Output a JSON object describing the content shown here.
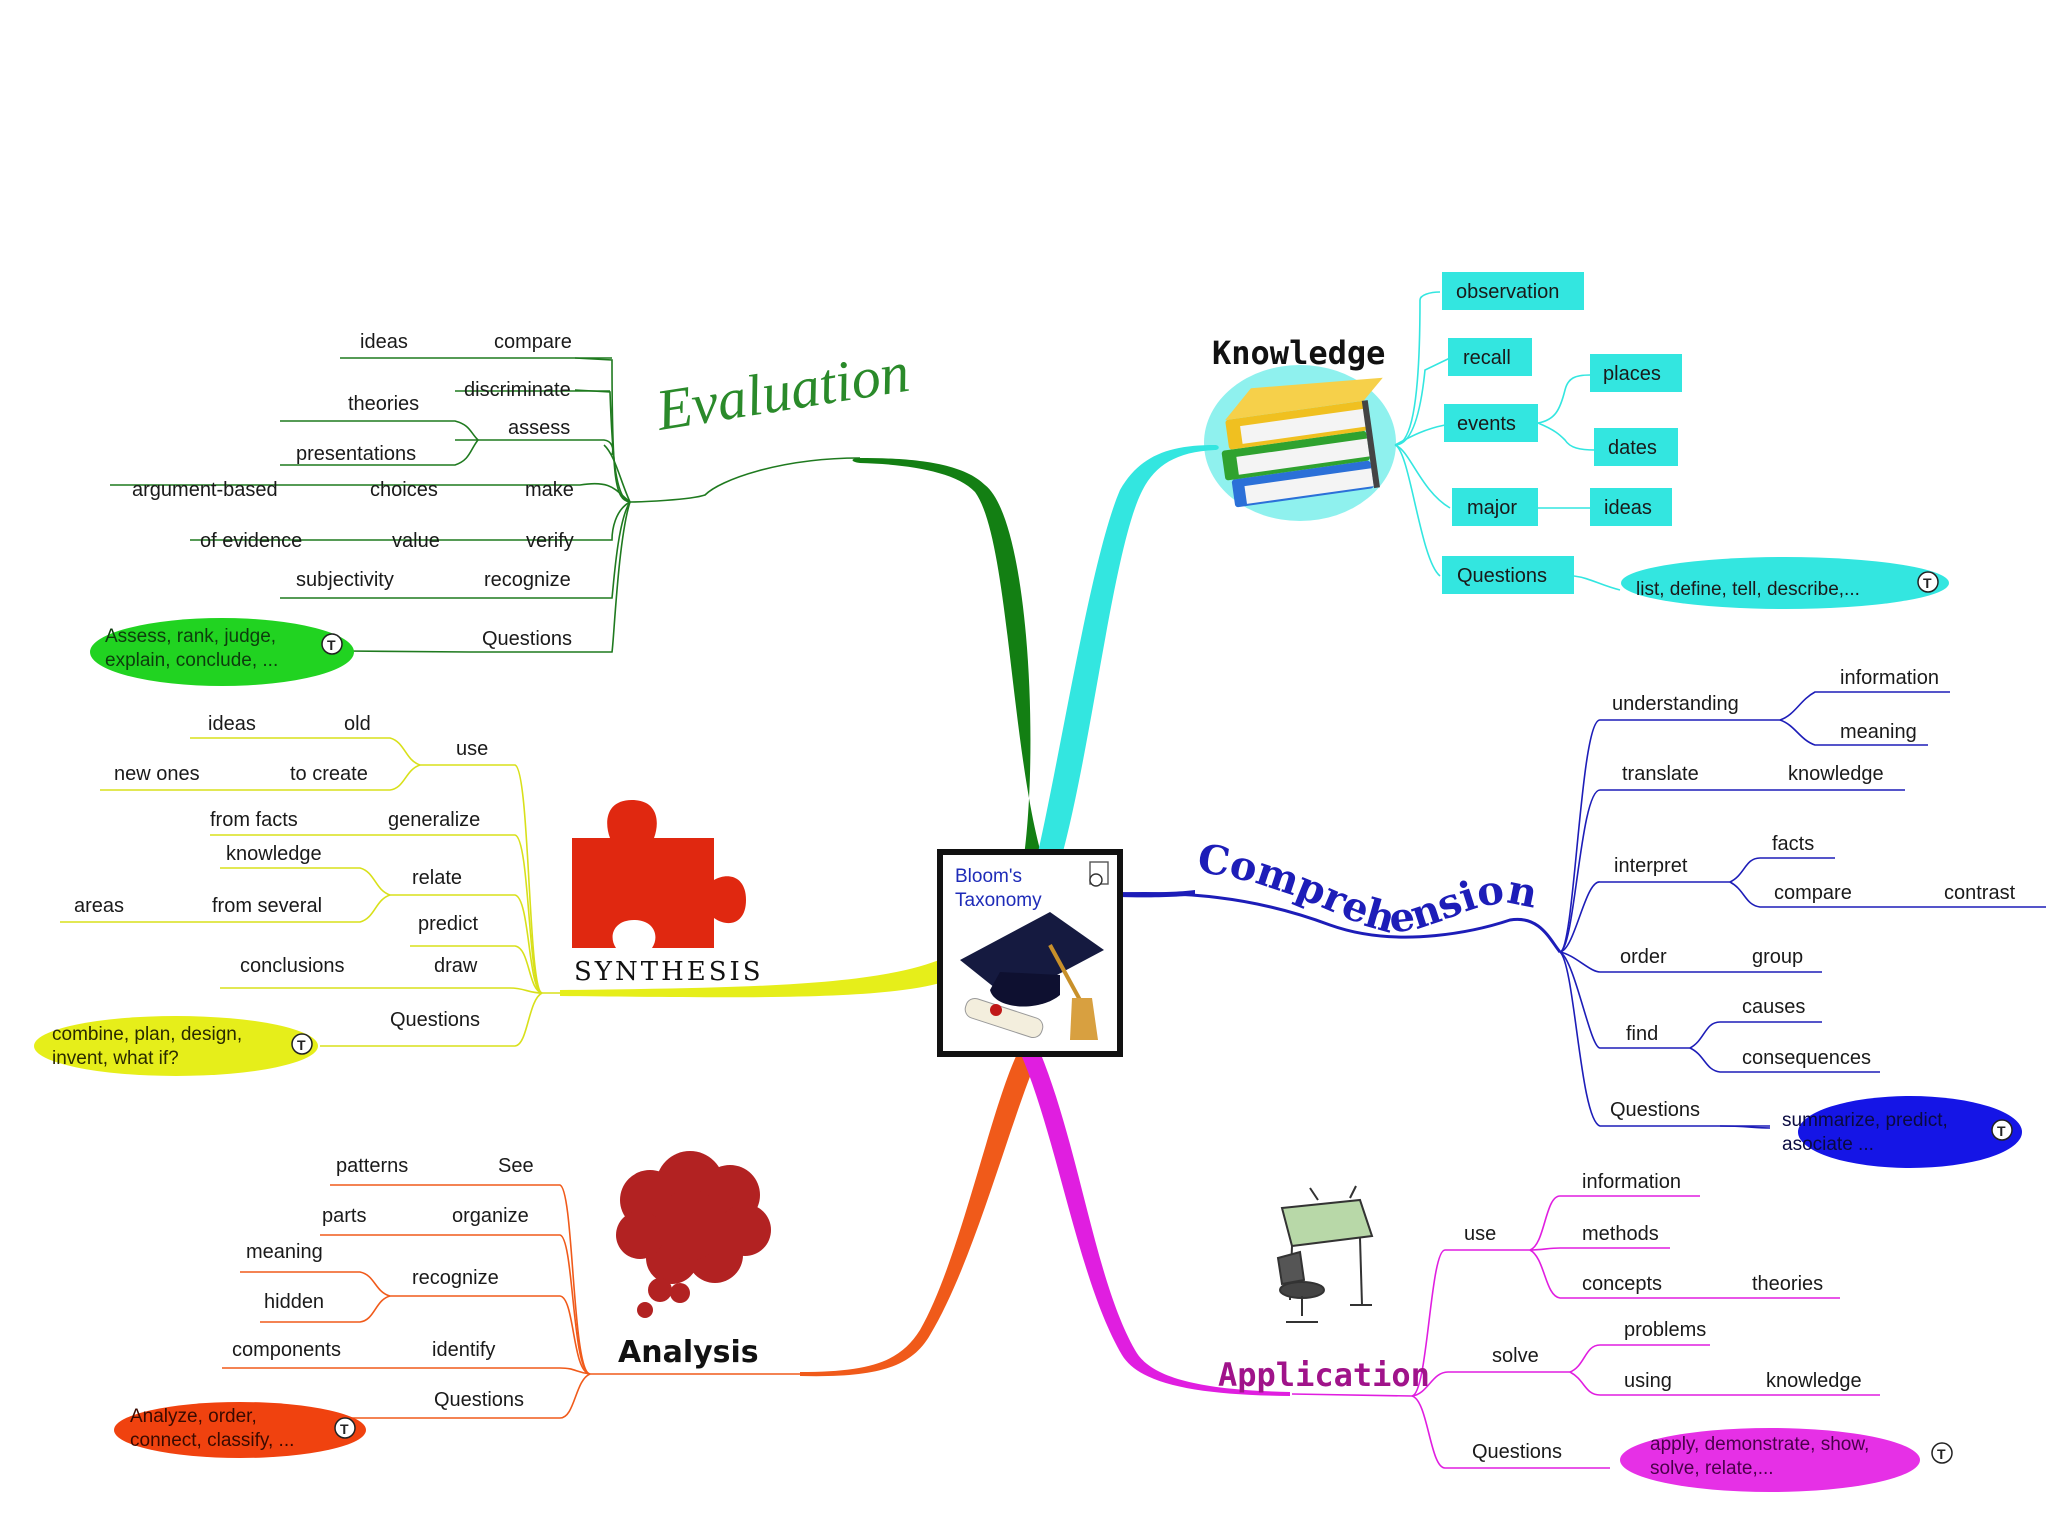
{
  "center": {
    "line1": "Bloom's",
    "line2": "Taxonomy"
  },
  "titles": {
    "knowledge": "Knowledge",
    "comprehension": "Comprehension",
    "application": "Application",
    "analysis": "Analysis",
    "synthesis": "SYNTHESIS",
    "evaluation": "Evaluation"
  },
  "colors": {
    "knowledge": "#33e6e0",
    "comprehension": "#1d1db8",
    "application": "#e01ee0",
    "analysis": "#f05a1a",
    "synthesis": "#e6ee1a",
    "evaluation": "#1f7a1f"
  },
  "knowledge": {
    "observation": "observation",
    "recall": "recall",
    "events": "events",
    "places": "places",
    "dates": "dates",
    "major": "major",
    "ideas": "ideas",
    "questions": "Questions",
    "questions_note": "list, define, tell, describe,..."
  },
  "comprehension": {
    "understanding": "understanding",
    "information": "information",
    "meaning": "meaning",
    "translate": "translate",
    "knowledge": "knowledge",
    "interpret": "interpret",
    "facts": "facts",
    "compare": "compare",
    "contrast": "contrast",
    "order": "order",
    "group": "group",
    "find": "find",
    "causes": "causes",
    "consequences": "consequences",
    "questions": "Questions",
    "note1": "summarize, predict,",
    "note2": "asociate ..."
  },
  "application": {
    "use": "use",
    "information": "information",
    "methods": "methods",
    "concepts": "concepts",
    "theories": "theories",
    "solve": "solve",
    "problems": "problems",
    "using": "using",
    "knowledge": "knowledge",
    "questions": "Questions",
    "note1": "apply, demonstrate, show,",
    "note2": "solve, relate,..."
  },
  "analysis": {
    "patterns": "patterns",
    "see": "See",
    "parts": "parts",
    "organize": "organize",
    "meaning": "meaning",
    "recognize": "recognize",
    "hidden": "hidden",
    "components": "components",
    "identify": "identify",
    "questions": "Questions",
    "note1": "Analyze, order,",
    "note2": "connect, classify, ..."
  },
  "synthesis": {
    "ideas": "ideas",
    "old": "old",
    "use": "use",
    "new_ones": "new ones",
    "to_create": "to create",
    "from_facts": "from facts",
    "generalize": "generalize",
    "knowledge": "knowledge",
    "relate": "relate",
    "areas": "areas",
    "from_several": "from several",
    "predict": "predict",
    "conclusions": "conclusions",
    "draw": "draw",
    "questions": "Questions",
    "note1": "combine, plan, design,",
    "note2": "invent, what if?"
  },
  "evaluation": {
    "ideas": "ideas",
    "compare": "compare",
    "theories": "theories",
    "discriminate": "discriminate",
    "assess": "assess",
    "presentations": "presentations",
    "argument_based": "argument-based",
    "choices": "choices",
    "make": "make",
    "of_evidence": "of evidence",
    "value": "value",
    "verify": "verify",
    "subjectivity": "subjectivity",
    "recognize": "recognize",
    "questions": "Questions",
    "note1": "Assess, rank, judge,",
    "note2": "explain, conclude, ..."
  },
  "note_icon": "T"
}
